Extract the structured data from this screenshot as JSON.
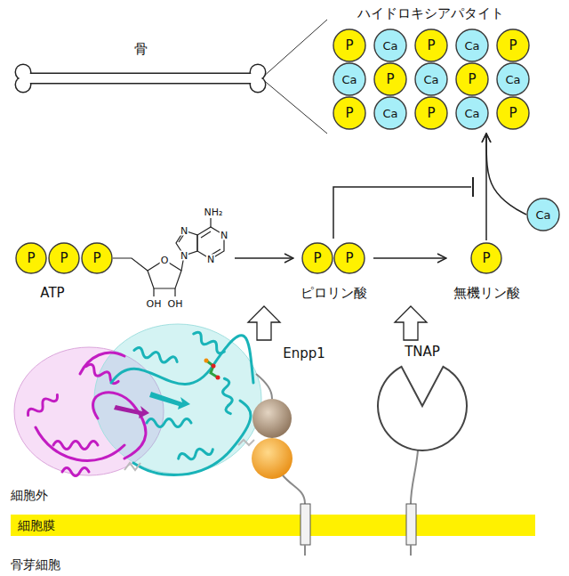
{
  "diagram": {
    "nodes": [
      {
        "text": [
          "骨"
        ]
      },
      {
        "text": [
          "ハイドロキシアパタイト"
        ]
      },
      {
        "text": [
          "P"
        ],
        "in": 1
      },
      {
        "text": [
          "Ca"
        ],
        "in": 1
      },
      {
        "text": [
          "P"
        ],
        "in": 1
      },
      {
        "text": [
          "Ca"
        ],
        "in": 1
      },
      {
        "text": [
          "P"
        ],
        "in": 1
      },
      {
        "text": [
          "Ca"
        ],
        "in": 1
      },
      {
        "text": [
          "P"
        ],
        "in": 1
      },
      {
        "text": [
          "Ca"
        ],
        "in": 1
      },
      {
        "text": [
          "P"
        ],
        "in": 1
      },
      {
        "text": [
          "Ca"
        ],
        "in": 1
      },
      {
        "text": [
          "P"
        ],
        "in": 1
      },
      {
        "text": [
          "Ca"
        ],
        "in": 1
      },
      {
        "text": [
          "P"
        ],
        "in": 1
      },
      {
        "text": [
          "Ca"
        ],
        "in": 1
      },
      {
        "text": [
          "P"
        ],
        "in": 1
      },
      {
        "text": [
          "ATP"
        ]
      },
      {
        "text": [
          "P"
        ],
        "in": 17
      },
      {
        "text": [
          "P"
        ],
        "in": 17
      },
      {
        "text": [
          "P"
        ],
        "in": 17
      },
      {
        "text": [
          "ピロリン酸"
        ]
      },
      {
        "text": [
          "P"
        ],
        "in": 21
      },
      {
        "text": [
          "P"
        ],
        "in": 21
      },
      {
        "text": [
          "無機リン酸"
        ]
      },
      {
        "text": [
          "P"
        ],
        "in": 24
      },
      {
        "text": [
          "Ca"
        ]
      },
      {
        "text": [
          "TNAP"
        ]
      },
      {
        "text": [
          "細胞膜"
        ]
      }
    ],
    "edges": [
      {
        "from": 17,
        "to": 21,
        "arrow": "to"
      },
      {
        "from": 21,
        "to": 24,
        "arrow": "to"
      },
      {
        "from": 24,
        "to": 1,
        "arrow": "to"
      },
      {
        "from": 26,
        "to": 1,
        "arrow": "to"
      }
    ],
    "labels": [
      "NH₂",
      "N",
      "N",
      "N",
      "N",
      "O",
      "OH",
      "OH",
      "Enpp1",
      "細胞外",
      "骨芽細胞"
    ]
  }
}
